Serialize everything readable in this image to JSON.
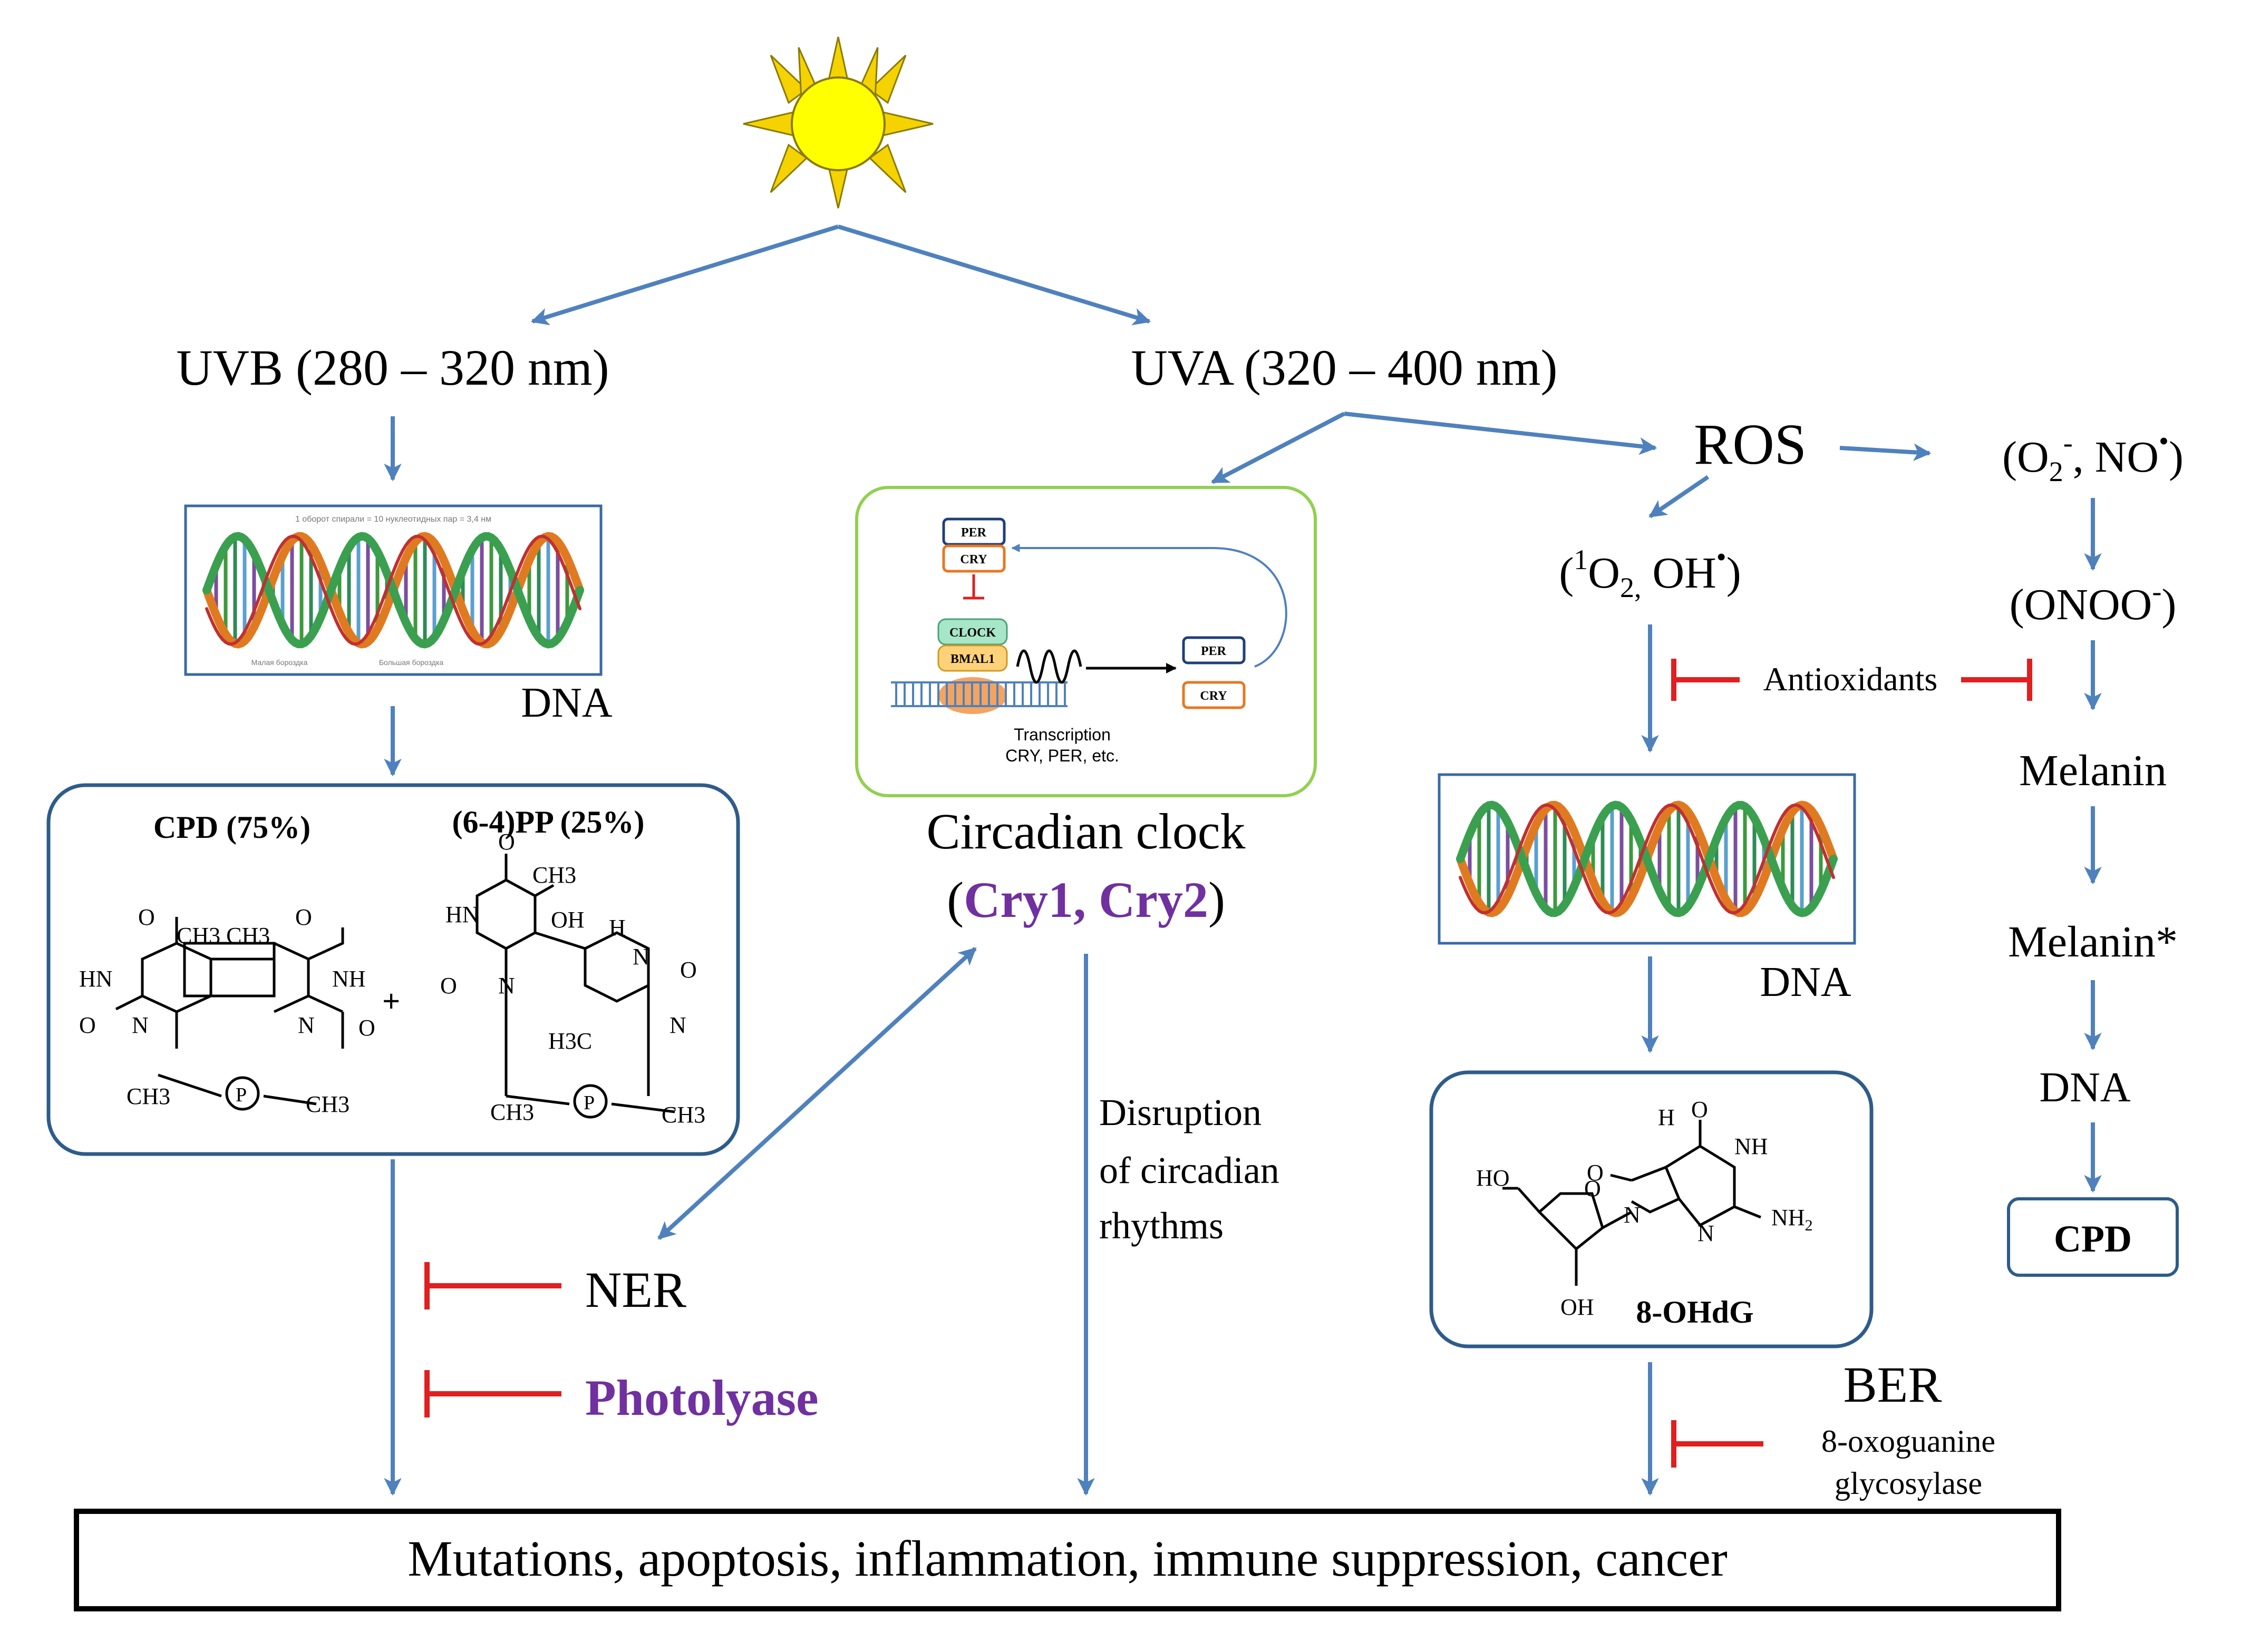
{
  "sun": {
    "icon": "sun-icon"
  },
  "uvb": {
    "label": "UVB (280 – 320 nm)"
  },
  "uva": {
    "label": "UVA (320 – 400 nm)"
  },
  "dna_left": {
    "label": "DNA",
    "scale_text": "1 оборот спирали = 10 нуклеотидных пар = 3,4 нм",
    "left_caption": "Малая бороздка",
    "right_caption": "Большая бороздка"
  },
  "photoproducts": {
    "cpd_title": "CPD (75%)",
    "pp_title": "(6-4)PP (25%)",
    "plus": "+",
    "atoms": {
      "O": "O",
      "HN": "HN",
      "NH": "NH",
      "N": "N",
      "H": "H",
      "OH": "OH",
      "P": "P",
      "CH3": "CH3",
      "H3C": "H3C",
      "CH3CH3": "CH3 CH3",
      "sub3": "3"
    }
  },
  "circadian_panel": {
    "per": "PER",
    "cry": "CRY",
    "clock": "CLOCK",
    "bmal1": "BMAL1",
    "per2": "PER",
    "cry2": "CRY",
    "transcription_line1": "Transcription",
    "transcription_line2": "CRY, PER, etc."
  },
  "circadian_title": "Circadian clock",
  "cry_genes": {
    "open": "(",
    "text": "Cry1, Cry2",
    "close": ")"
  },
  "ros": {
    "label": "ROS"
  },
  "radicals_right": {
    "label": "(O2-, NO•)",
    "p1": "(O",
    "sub": "2",
    "sup": "-",
    "p2": ", NO",
    "sup2": "•",
    "p3": ")"
  },
  "radicals_left": {
    "label": "(1O2, OH•)",
    "p0": "(",
    "sup1": "1",
    "p1": "O",
    "sub": "2,",
    "p2": " OH",
    "sup2": "•",
    "p3": ")"
  },
  "onoo": {
    "label": "(ONOO-)",
    "p1": "(ONOO",
    "sup": "-",
    "p2": ")"
  },
  "antioxidants": {
    "label": "Antioxidants"
  },
  "melanin": {
    "label": "Melanin"
  },
  "melanin_star": {
    "label": "Melanin*"
  },
  "dna_right_small": {
    "label": "DNA"
  },
  "cpd_box": {
    "label": "CPD"
  },
  "dna_mid": {
    "label": "DNA"
  },
  "ohdg": {
    "label": "8-OHdG",
    "atoms": {
      "HO": "HO",
      "OH": "OH",
      "H": "H",
      "O": "O",
      "NH": "NH",
      "N": "N",
      "NH2": "NH",
      "sub2": "2"
    }
  },
  "disruption": {
    "line1": "Disruption",
    "line2": "of circadian",
    "line3": "rhythms"
  },
  "ner": {
    "label": "NER"
  },
  "photolyase": {
    "label": "Photolyase"
  },
  "ber": {
    "label": "BER"
  },
  "glycosylase": {
    "line1": "8-oxoguanine",
    "line2": "glycosylase"
  },
  "outcomes": {
    "label": "Mutations, apoptosis, inflammation, immune suppression, cancer"
  },
  "colors": {
    "arrow": "#4f81bd",
    "inhibit": "#e02020",
    "purple": "#7030a0",
    "box_border": "#2e5c8a",
    "green_border": "#92d050",
    "sun_fill": "#ffff00",
    "sun_ray": "#f5d300"
  }
}
